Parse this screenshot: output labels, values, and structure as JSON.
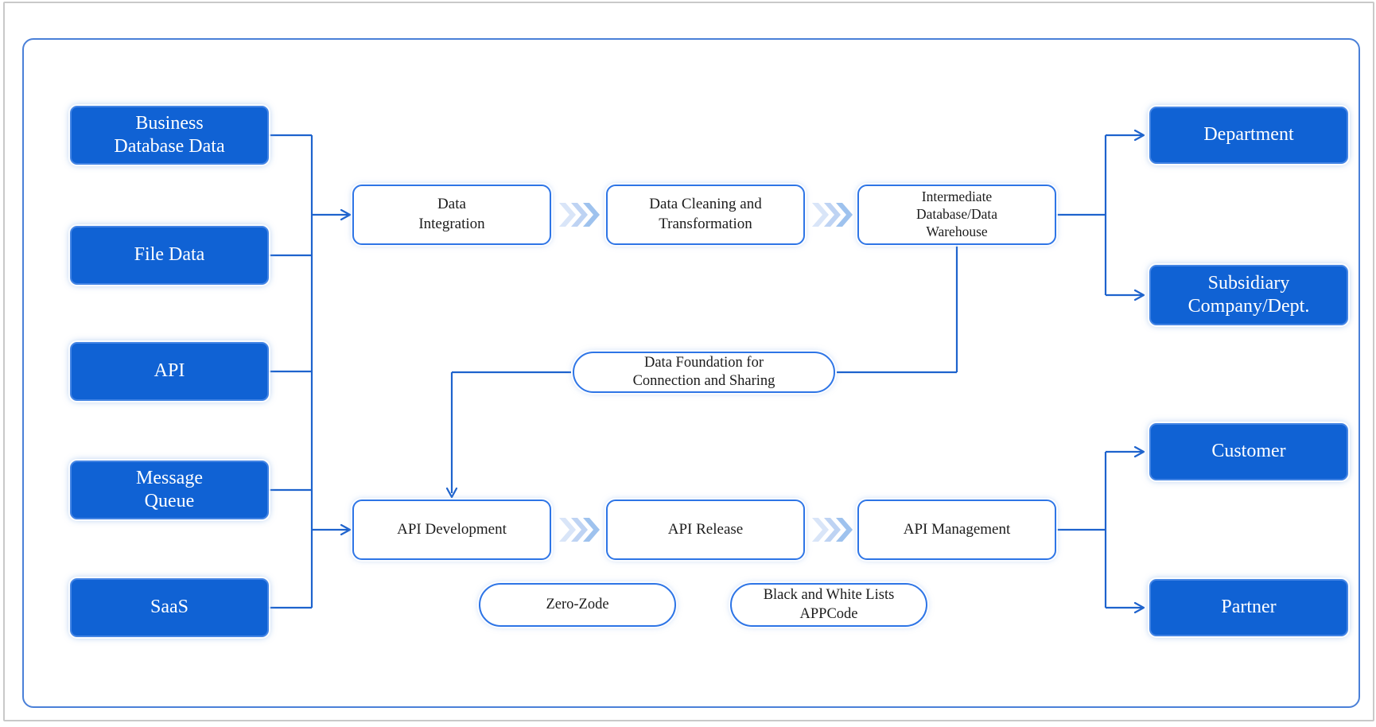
{
  "diagram": {
    "sources": [
      "Business\nDatabase Data",
      "File Data",
      "API",
      "Message\nQueue",
      "SaaS"
    ],
    "data_pipeline": [
      "Data\nIntegration",
      "Data Cleaning and\nTransformation",
      "Intermediate\nDatabase/Data\nWarehouse"
    ],
    "api_pipeline": [
      "API Development",
      "API Release",
      "API Management"
    ],
    "data_consumers": [
      "Department",
      "Subsidiary\nCompany/Dept."
    ],
    "api_consumers": [
      "Customer",
      "Partner"
    ],
    "foundation": "Data Foundation for\nConnection and Sharing",
    "tags": [
      "Zero-Zode",
      "Black and White Lists\nAPPCode"
    ],
    "colors": {
      "node_fill": "#1062d4",
      "node_text": "#ffffff",
      "process_border": "#2e75e6",
      "connector": "#1e63cd",
      "canvas_border": "#4a80d8",
      "chevron_light": "#d9e5f8",
      "chevron_mid": "#bed3f3",
      "chevron_dark": "#9ec2ee"
    }
  }
}
